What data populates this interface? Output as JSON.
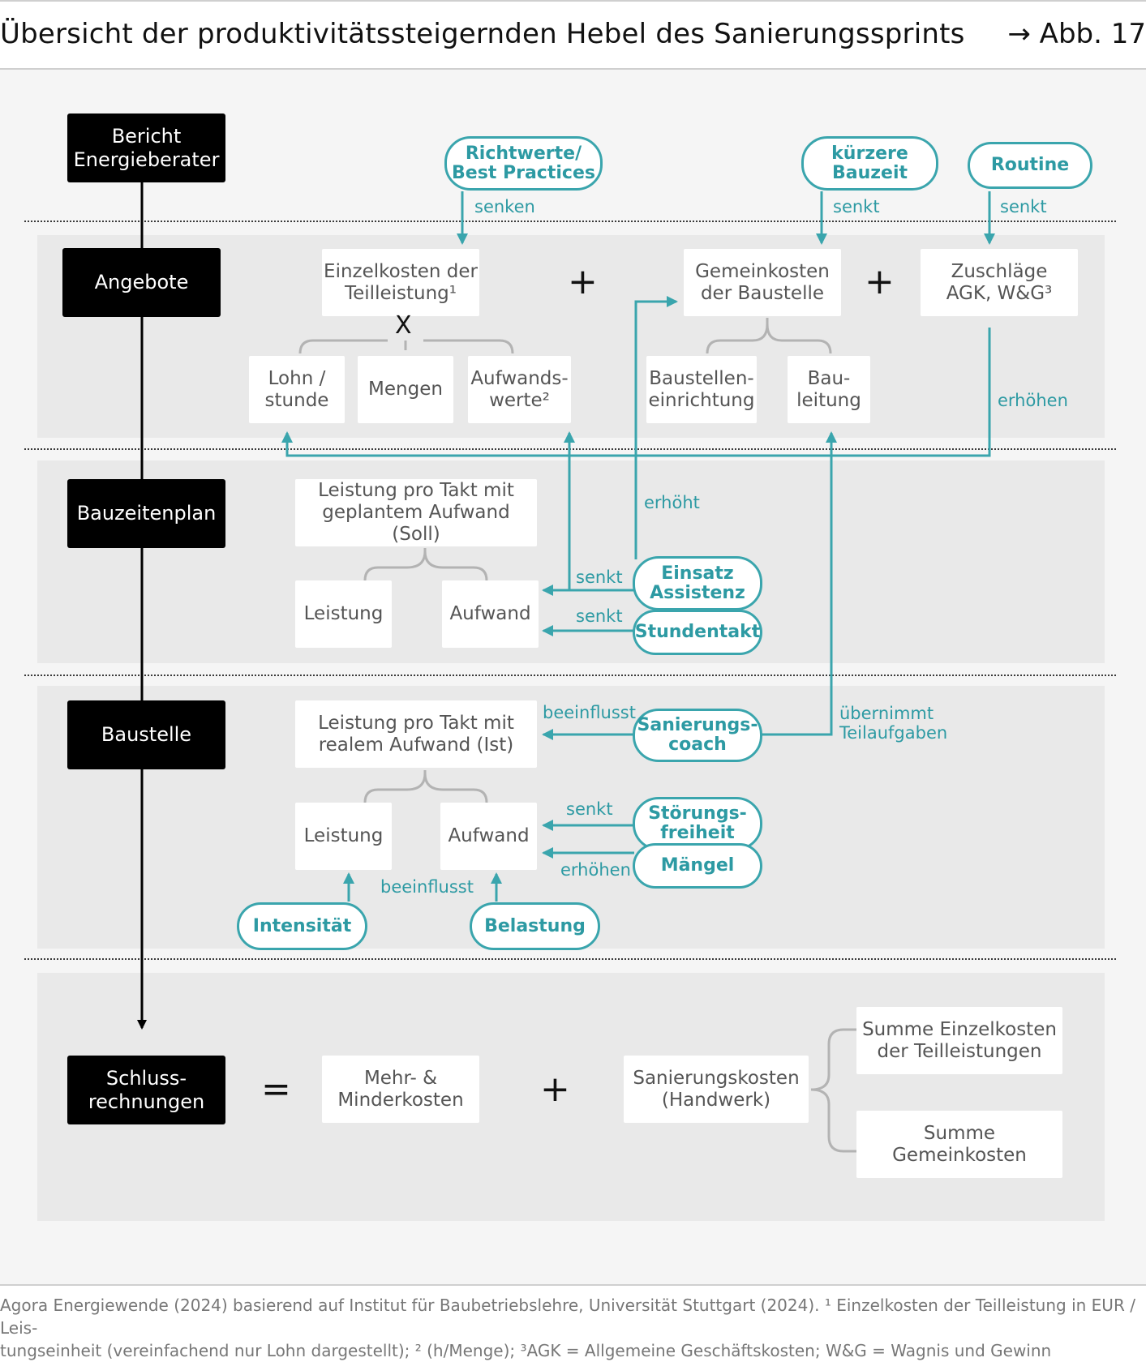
{
  "header": {
    "title": "Übersicht der produktivitätssteigernden Hebel des Sanierungssprints",
    "figure_ref": "→ Abb. 17"
  },
  "stages": {
    "bericht": "Bericht\nEnergieberater",
    "angebote": "Angebote",
    "bauzeitenplan": "Bauzeitenplan",
    "baustelle": "Baustelle",
    "schluss": "Schluss-\nrechnungen"
  },
  "angebote": {
    "einzelkosten": "Einzelkosten der\nTeilleistung¹",
    "gemeinkosten": "Gemeinkosten\nder Baustelle",
    "zuschlaege": "Zuschläge\nAGK, W&G³",
    "lohn": "Lohn /\nstunde",
    "mengen": "Mengen",
    "aufwandswerte": "Aufwands-\nwerte²",
    "baustelleneinrichtung": "Baustellen-\neinrichtung",
    "bauleitung": "Bau-\nleitung",
    "plus1": "+",
    "plus2": "+",
    "times": "X"
  },
  "bauzeitenplan": {
    "soll": "Leistung pro Takt mit\ngeplantem Aufwand (Soll)",
    "leistung": "Leistung",
    "aufwand": "Aufwand"
  },
  "baustelle": {
    "ist": "Leistung pro Takt mit\nrealem Aufwand (Ist)",
    "leistung": "Leistung",
    "aufwand": "Aufwand"
  },
  "schluss": {
    "equals": "=",
    "plus": "+",
    "mehr_minder": "Mehr- &\nMinderkosten",
    "sanierungskosten": "Sanierungskosten\n(Handwerk)",
    "summe_einzel": "Summe Einzelkosten\nder Teilleistungen",
    "summe_gemein": "Summe\nGemeinkosten"
  },
  "levers": {
    "richtwerte": "Richtwerte/\nBest Practices",
    "kuerzere_bauzeit": "kürzere\nBauzeit",
    "routine": "Routine",
    "einsatz_assistenz": "Einsatz\nAssistenz",
    "stundentakt": "Stundentakt",
    "sanierungscoach": "Sanierungs-\ncoach",
    "stoerungsfreiheit": "Störungs-\nfreiheit",
    "maengel": "Mängel",
    "intensitaet": "Intensität",
    "belastung": "Belastung"
  },
  "effects": {
    "senken": "senken",
    "senkt_bauzeit": "senkt",
    "senkt_routine": "senkt",
    "erhoehen_zuschlaege": "erhöhen",
    "erhoeht_assistenz": "erhöht",
    "senkt_assistenz": "senkt",
    "senkt_stundentakt": "senkt",
    "beeinflusst_coach": "beeinflusst",
    "uebernimmt": "übernimmt\nTeilaufgaben",
    "senkt_stoerung": "senkt",
    "erhoehen_maengel": "erhöhen",
    "beeinflusst_intensitaet": "beeinflusst"
  },
  "source": "Agora Energiewende (2024) basierend auf Institut für Baubetriebslehre, Universität Stuttgart (2024). ¹ Einzelkosten der Teilleistung in EUR / Leis-\ntungseinheit (vereinfachend nur Lohn dargestellt); ² (h/Menge); ³AGK = Allgemeine Geschäftskosten; W&G = Wagnis und Gewinn",
  "colors": {
    "teal": "#3aa5ad",
    "gray_line": "#b3b3b3",
    "black": "#000000"
  }
}
